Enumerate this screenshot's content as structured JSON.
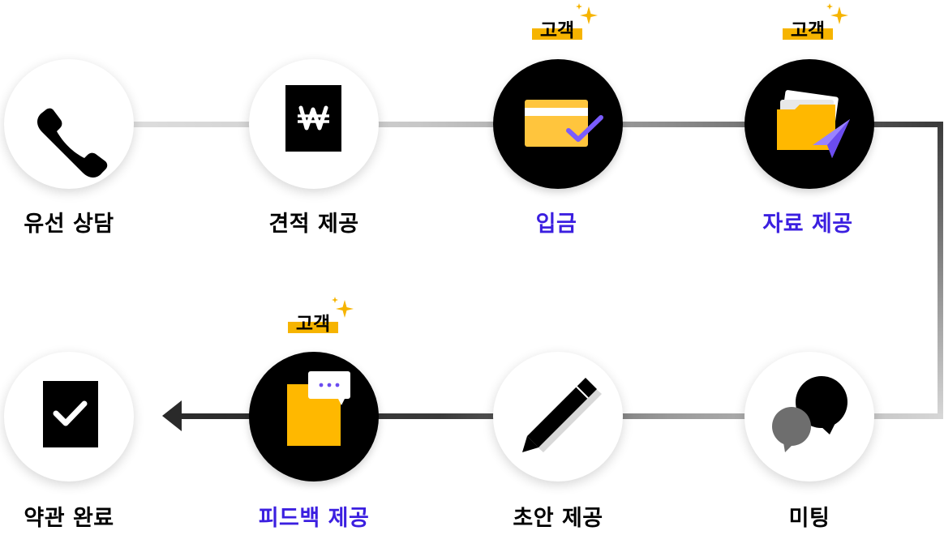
{
  "colors": {
    "accent_label": "#3b1fe0",
    "default_label": "#111111",
    "yellow": "#ffb800",
    "badge_yellow": "#f6b400",
    "purple": "#7a5cff"
  },
  "steps": [
    {
      "label": "유선 상담",
      "icon": "phone-icon",
      "style": "white",
      "accent": false,
      "badge": null
    },
    {
      "label": "견적 제공",
      "icon": "won-sign-icon",
      "style": "white",
      "accent": false,
      "badge": null
    },
    {
      "label": "입금",
      "icon": "credit-card-check-icon",
      "style": "black",
      "accent": true,
      "badge": "고객"
    },
    {
      "label": "자료 제공",
      "icon": "folder-send-icon",
      "style": "black",
      "accent": true,
      "badge": "고객"
    },
    {
      "label": "미팅",
      "icon": "chat-bubbles-icon",
      "style": "white",
      "accent": false,
      "badge": null
    },
    {
      "label": "초안 제공",
      "icon": "pencil-icon",
      "style": "white",
      "accent": false,
      "badge": null
    },
    {
      "label": "피드백 제공",
      "icon": "document-comment-icon",
      "style": "black",
      "accent": true,
      "badge": "고객"
    },
    {
      "label": "약관 완료",
      "icon": "checkbox-icon",
      "style": "white",
      "accent": false,
      "badge": null
    }
  ]
}
